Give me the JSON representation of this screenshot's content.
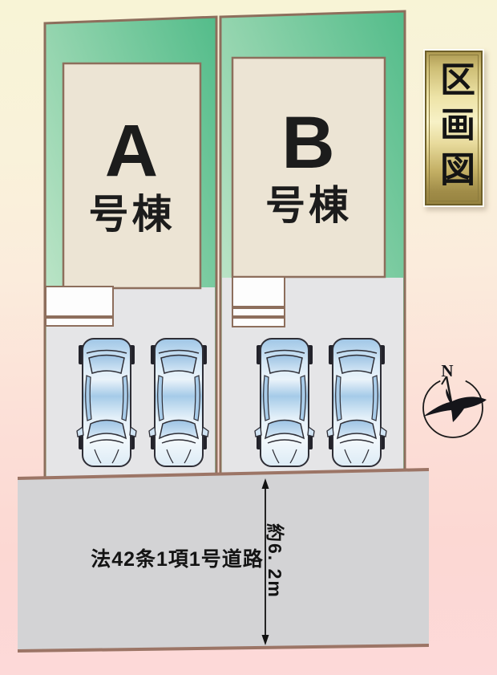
{
  "legend": {
    "title": "区画図"
  },
  "plots": [
    {
      "name": "A号棟",
      "letter": "A",
      "suffix": "号棟"
    },
    {
      "name": "B号棟",
      "letter": "B",
      "suffix": "号棟"
    }
  ],
  "road": {
    "label": "法42条1項1号道路",
    "width_note": "約6. 2m"
  },
  "compass": {
    "north": "N"
  },
  "parking": {
    "cars_plot_a": 2,
    "cars_plot_b": 2
  },
  "palette": {
    "background_top": "#f8f4d6",
    "background_bottom": "#fdd9d9",
    "lot_green_dark": "#55bd8b",
    "lot_green_pale": "#d5eed6",
    "building_beige": "#ece4d4",
    "parking_gray": "#e5e5e7",
    "road_gray": "#d3d3d5",
    "boundary_brown": "#8d6e5c",
    "road_line_brown": "#9c7566",
    "plaque_gold": "#f7f1c6",
    "plaque_border": "#6e5f28",
    "text_black": "#141414"
  }
}
